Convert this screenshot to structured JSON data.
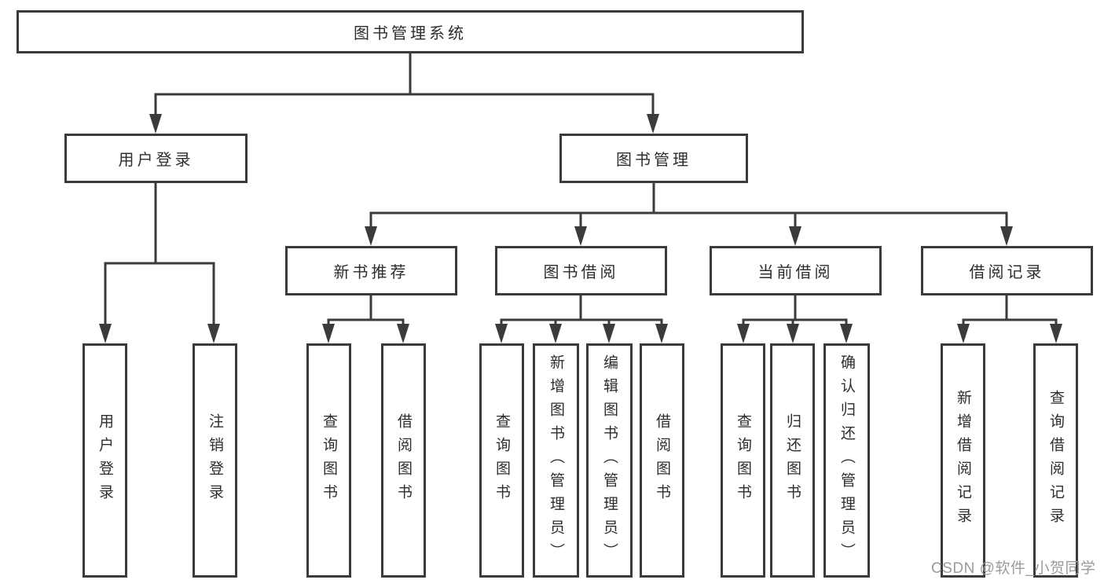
{
  "diagram": {
    "root": {
      "label": "图书管理系统"
    },
    "branches": [
      {
        "label": "用户登录",
        "children": [
          {
            "label": "用户登录"
          },
          {
            "label": "注销登录"
          }
        ]
      },
      {
        "label": "图书管理",
        "children": [
          {
            "label": "新书推荐",
            "children": [
              {
                "label": "查询图书"
              },
              {
                "label": "借阅图书"
              }
            ]
          },
          {
            "label": "图书借阅",
            "children": [
              {
                "label": "查询图书"
              },
              {
                "label": "新增图书（管理员）"
              },
              {
                "label": "编辑图书（管理员）"
              },
              {
                "label": "借阅图书"
              }
            ]
          },
          {
            "label": "当前借阅",
            "children": [
              {
                "label": "查询图书"
              },
              {
                "label": "归还图书"
              },
              {
                "label": "确认归还（管理员）"
              }
            ]
          },
          {
            "label": "借阅记录",
            "children": [
              {
                "label": "新增借阅记录"
              },
              {
                "label": "查询借阅记录"
              }
            ]
          }
        ]
      }
    ]
  },
  "watermark": {
    "text": "CSDN @软件_小贺同学"
  },
  "colors": {
    "line": "#3b3b3b",
    "text": "#2d2d2d",
    "watermark": "#9b9b9b",
    "background": "#ffffff"
  }
}
